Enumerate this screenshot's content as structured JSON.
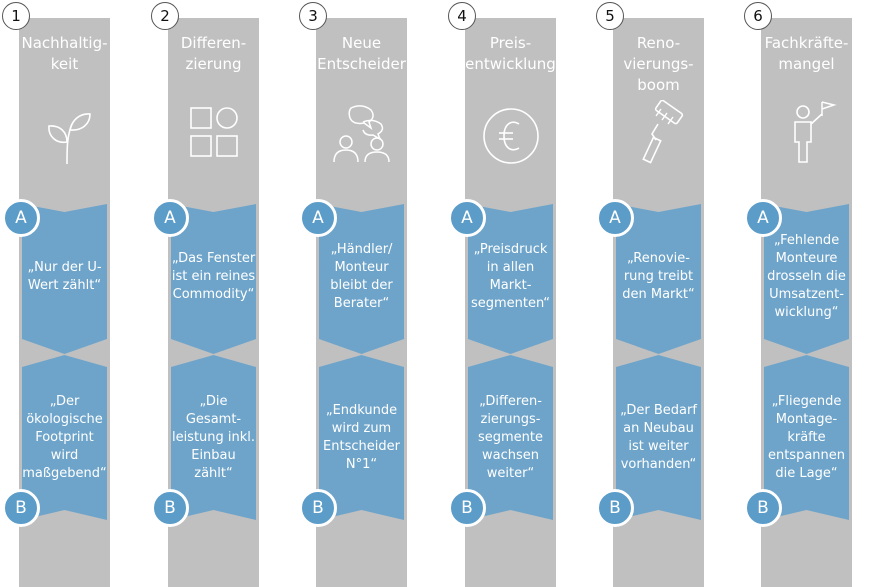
{
  "colors": {
    "strip": "#c0c0c0",
    "banner": "#6ea4ca",
    "badge": "#5b9cc8",
    "icon": "#ffffff"
  },
  "columns": [
    {
      "number": "1",
      "title": [
        "Nachhaltig-",
        "keit"
      ],
      "icon": "leaf-sprout-icon",
      "a_label": "A",
      "a_text": [
        "„Nur der U-",
        "Wert zählt“"
      ],
      "b_label": "B",
      "b_text": [
        "„Der",
        "ökologische",
        "Footprint wird",
        "maßgebend“"
      ]
    },
    {
      "number": "2",
      "title": [
        "Differen-",
        "zierung"
      ],
      "icon": "shapes-grid-icon",
      "a_label": "A",
      "a_text": [
        "„Das Fenster",
        "ist ein reines",
        "Commodity“"
      ],
      "b_label": "B",
      "b_text": [
        "„Die",
        "Gesamt-",
        "leistung inkl.",
        "Einbau zählt“"
      ]
    },
    {
      "number": "3",
      "title": [
        "Neue",
        "Entscheider"
      ],
      "icon": "people-talking-icon",
      "a_label": "A",
      "a_text": [
        "„Händler/",
        "Monteur",
        "bleibt der",
        "Berater“"
      ],
      "b_label": "B",
      "b_text": [
        "„Endkunde",
        "wird zum",
        "Entscheider",
        "N°1“"
      ]
    },
    {
      "number": "4",
      "title": [
        "Preis-",
        "entwicklung"
      ],
      "icon": "euro-coin-icon",
      "a_label": "A",
      "a_text": [
        "„Preisdruck",
        "in allen",
        "Markt-",
        "segmenten“"
      ],
      "b_label": "B",
      "b_text": [
        "„Differen-",
        "zierungs-",
        "segmente",
        "wachsen",
        "weiter“"
      ]
    },
    {
      "number": "5",
      "title": [
        "Reno-",
        "vierungs-",
        "boom"
      ],
      "icon": "paint-roller-icon",
      "a_label": "A",
      "a_text": [
        "„Renovie-",
        "rung treibt",
        "den Markt“"
      ],
      "b_label": "B",
      "b_text": [
        "„Der Bedarf",
        "an Neubau",
        "ist weiter",
        "vorhanden“"
      ]
    },
    {
      "number": "6",
      "title": [
        "Fachkräfte-",
        "mangel"
      ],
      "icon": "worker-flag-icon",
      "a_label": "A",
      "a_text": [
        "„Fehlende",
        "Monteure",
        "drosseln die",
        "Umsatzent-",
        "wicklung“"
      ],
      "b_label": "B",
      "b_text": [
        "„Fliegende",
        "Montage-",
        "kräfte",
        "entspannen",
        "die Lage“"
      ]
    }
  ]
}
